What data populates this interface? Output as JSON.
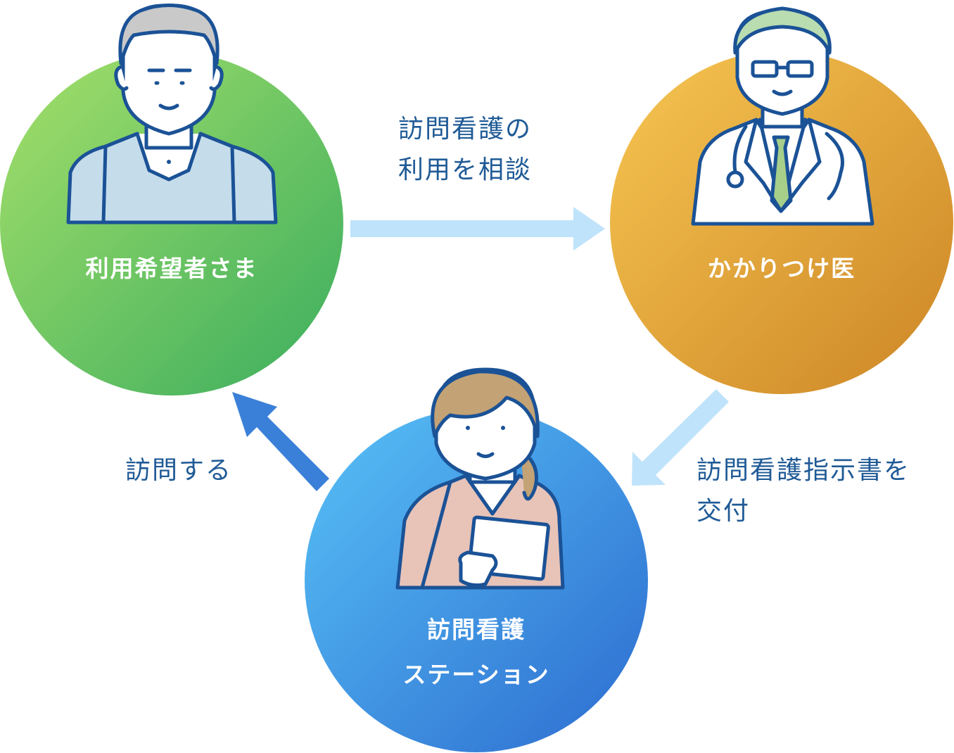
{
  "nodes": {
    "patient": {
      "label": "利用希望者さま"
    },
    "doctor": {
      "label": "かかりつけ医"
    },
    "station": {
      "line1": "訪問看護",
      "line2": "ステーション"
    }
  },
  "edges": {
    "consult": {
      "line1": "訪問看護の",
      "line2": "利用を相談"
    },
    "instruction": {
      "line1": "訪問看護指示書を",
      "line2": "交付"
    },
    "visit": {
      "label": "訪問する"
    }
  },
  "colors": {
    "green_start": "#a6e06a",
    "green_end": "#3aad5e",
    "orange_start": "#f7c652",
    "orange_end": "#cc8525",
    "blue_start": "#58c2f7",
    "blue_end": "#2c6bcf",
    "arrow_light": "#bfe3fa",
    "arrow_dark": "#3a80d8",
    "text_blue": "#1f5a96"
  },
  "icons": [
    "elderly-man-icon",
    "doctor-icon",
    "nurse-icon"
  ]
}
